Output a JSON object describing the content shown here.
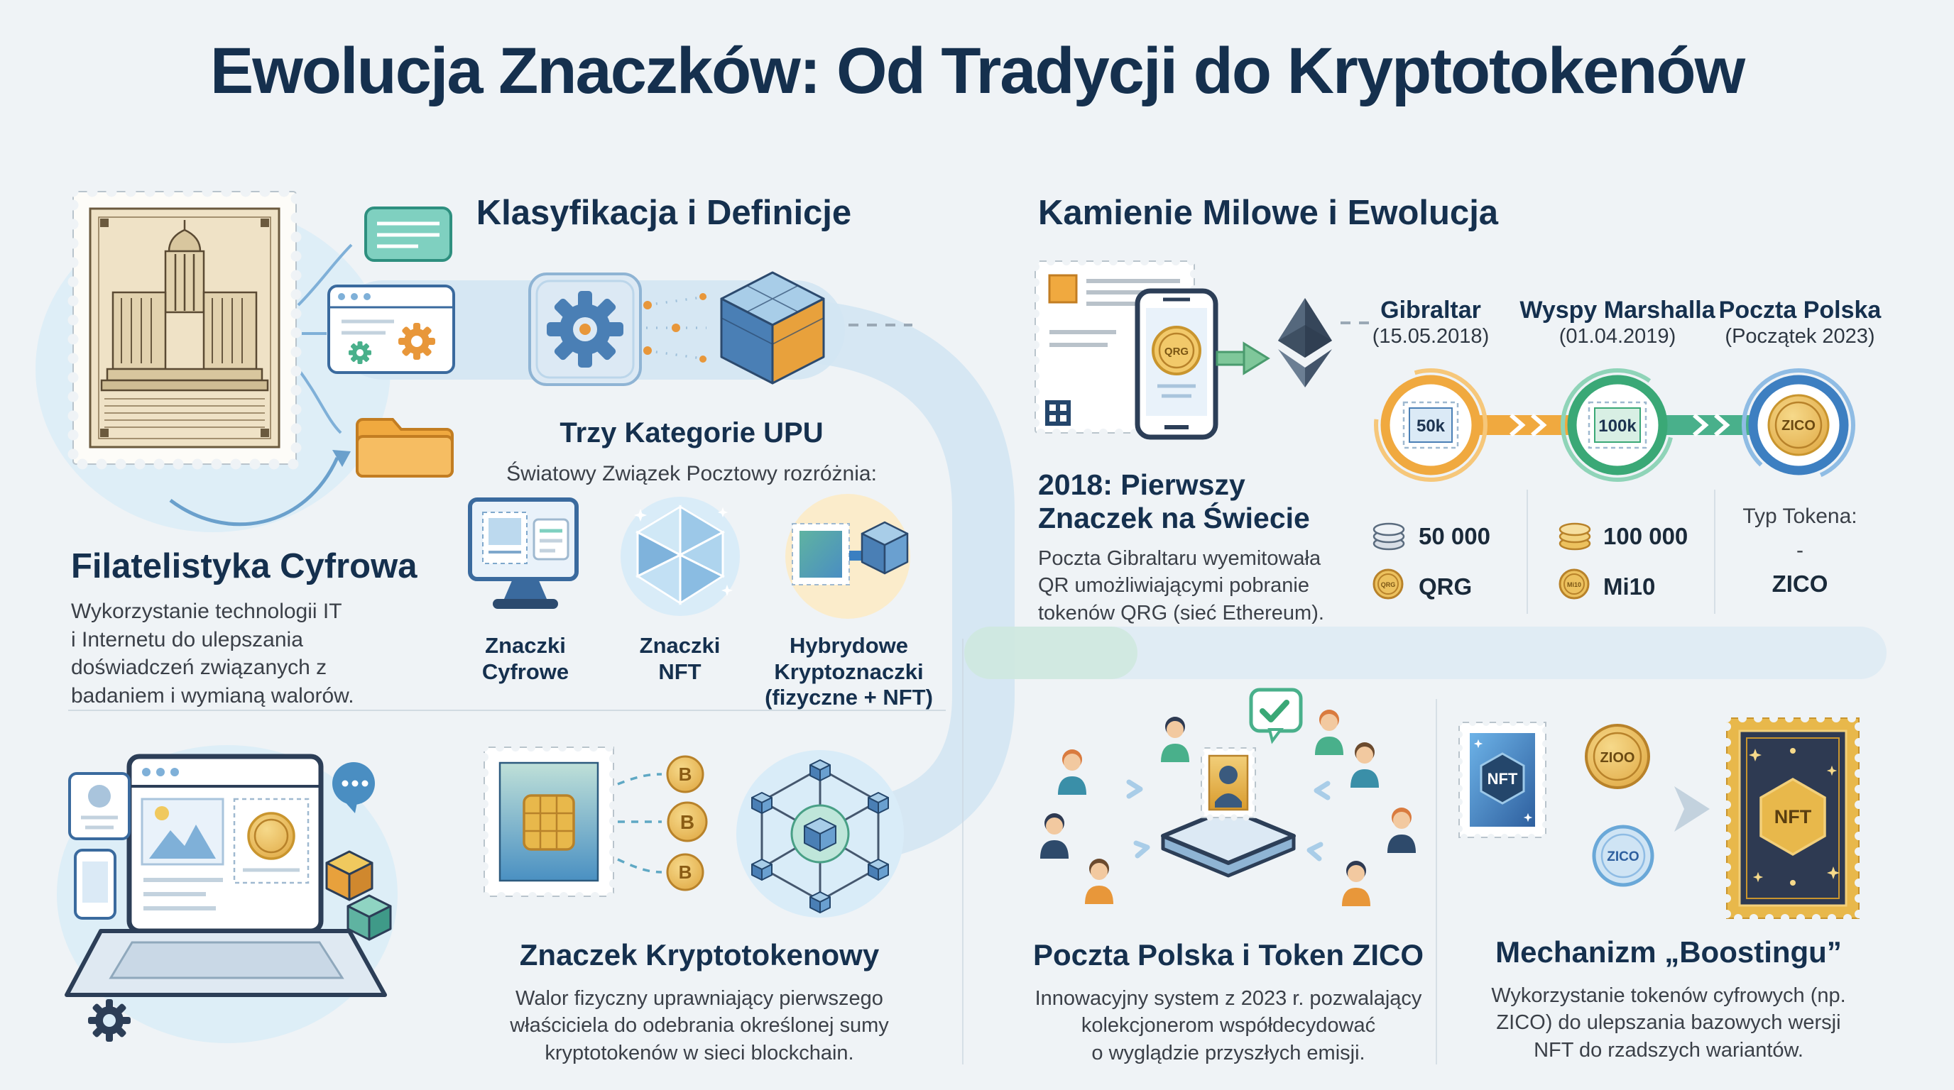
{
  "title": "Ewolucja Znaczków: Od Tradycji do Kryptotokenów",
  "filatelistyka": {
    "heading": "Filatelistyka Cyfrowa",
    "body": "Wykorzystanie technologii IT\ni Internetu do ulepszania\ndoświadczeń związanych z\nbadaniem i wymianą walorów."
  },
  "klasyfikacja": {
    "heading": "Klasyfikacja i Definicje",
    "subheading": "Trzy Kategorie UPU",
    "subtext": "Światowy Związek Pocztowy rozróżnia:",
    "categories": [
      {
        "label": "Znaczki\nCyfrowe"
      },
      {
        "label": "Znaczki\nNFT"
      },
      {
        "label": "Hybrydowe\nKryptoznaczki\n(fizyczne + NFT)"
      }
    ]
  },
  "milestones": {
    "heading": "Kamienie Milowe i Ewolucja",
    "qr_badge": "QRG",
    "timeline": [
      {
        "place": "Gibraltar",
        "date": "(15.05.2018)",
        "stamp_value": "50k"
      },
      {
        "place": "Wyspy Marshalla",
        "date": "(01.04.2019)",
        "stamp_value": "100k"
      },
      {
        "place": "Poczta Polska",
        "date": "(Początek 2023)",
        "coin_value": "ZICO"
      }
    ],
    "stats": {
      "supply1": "50 000",
      "token1": "QRG",
      "supply2": "100 000",
      "token2": "Mi10",
      "type_label": "Typ Tokena:",
      "type_dash": "-",
      "type_value": "ZICO"
    },
    "first": {
      "heading": "2018: Pierwszy\nZnaczek na Świecie",
      "body": "Poczta Gibraltaru wyemitowała\nQR umożliwiającymi pobranie\ntokenów QRG (sieć Ethereum)."
    }
  },
  "krypto": {
    "heading": "Znaczek Kryptotokenowy",
    "body": "Walor fizyczny uprawniający pierwszego\nwłaściciela do odebrania określonej sumy\nkryptotokenów w sieci blockchain.",
    "coin_symbol": "B"
  },
  "zico": {
    "heading": "Poczta Polska i Token ZICO",
    "body": "Innowacyjny system z 2023 r. pozwalający\nkolekcjonerom współdecydować\no wyglądzie przyszłych emisji."
  },
  "boosting": {
    "heading": "Mechanizm „Boostingu”",
    "body": "Wykorzystanie tokenów cyfrowych (np.\nZICO) do ulepszania bazowych wersji\nNFT do rzadszych wariantów.",
    "nft_label": "NFT",
    "coin_top": "ZIOO",
    "coin_bottom": "ZICO",
    "gold_nft_label": "NFT"
  }
}
